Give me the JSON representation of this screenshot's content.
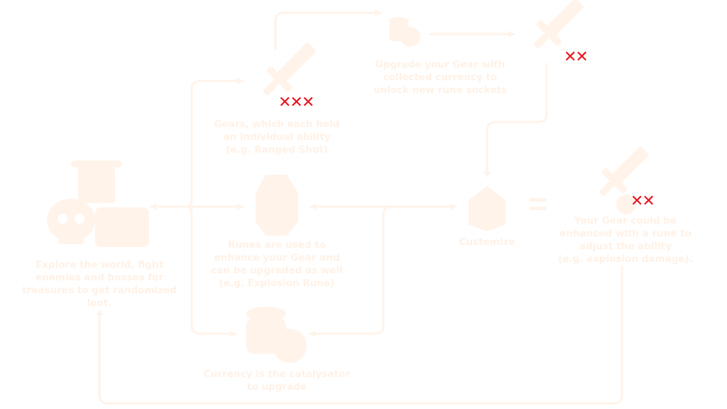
{
  "colors": {
    "fill": "#fff3ea",
    "line": "#fff3ea",
    "text": "#fff1e6",
    "mark": "#e8141e"
  },
  "nodes": {
    "explore": {
      "icon": "skull-chest-scroll-icon",
      "text": "Explore the world, fight\nenemies and bosses for\ntreasures to get randomized\nloot."
    },
    "gear": {
      "icon": "sword-icon",
      "text": "Gears, which each hold\nan individual ability\n(e.g. Ranged Shot)",
      "marks": "XXX"
    },
    "runes": {
      "icon": "rune-stone-icon",
      "text": "Runes are used to\nenhance your Gear and\ncan be upgraded as well\n(e.g. Explosion Rune)"
    },
    "currency": {
      "icon": "coins-icon",
      "text": "Currency is the catalysator\nto upgrade"
    },
    "upgrade": {
      "icon": "coins-icon",
      "text": "Upgrade your Gear with\ncollected currency to\nunlock new rune sockets"
    },
    "upgraded_gear": {
      "icon": "sword-socket-icon",
      "marks": "XX"
    },
    "customize": {
      "icon": "crystal-cluster-icon",
      "text": "Customize"
    },
    "equals": {
      "text": "="
    },
    "result": {
      "icon": "sword-rune-icon",
      "text": "Your Gear could be\nenhanced with a rune to\nadjust the ability\n(e.g. explosion damage).",
      "marks": "XX"
    }
  }
}
